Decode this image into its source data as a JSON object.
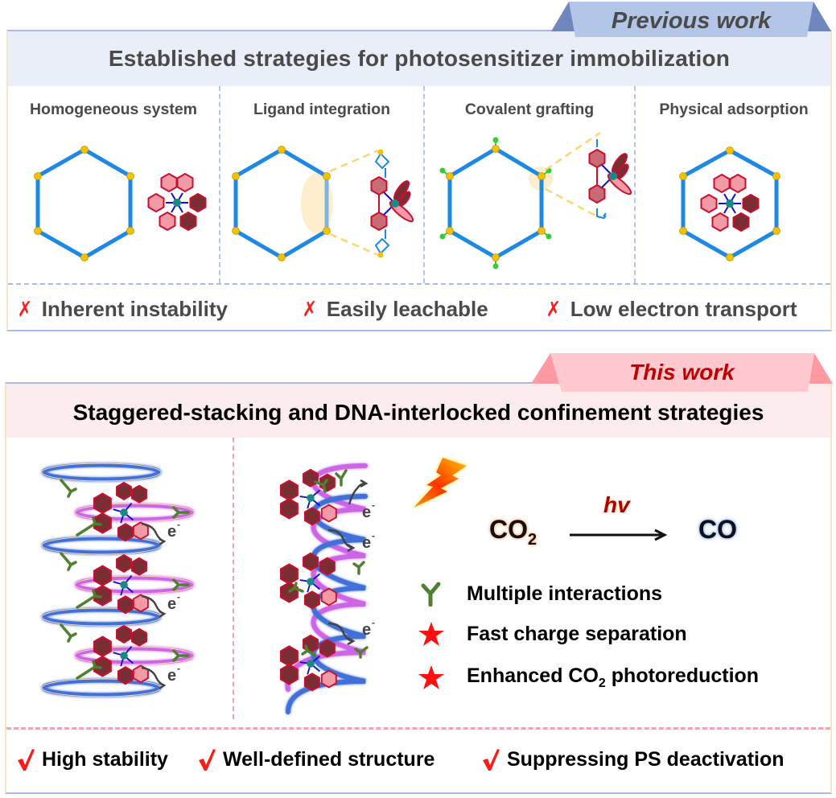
{
  "previous_work": {
    "tab_label": "Previous work",
    "title": "Established strategies for photosensitizer immobilization",
    "strategies": [
      {
        "label": "Homogeneous system"
      },
      {
        "label": "Ligand integration"
      },
      {
        "label": "Covalent grafting"
      },
      {
        "label": "Physical adsorption"
      }
    ],
    "drawbacks": [
      {
        "icon": "cross-icon",
        "label": "Inherent instability"
      },
      {
        "icon": "cross-icon",
        "label": "Easily leachable"
      },
      {
        "icon": "cross-icon",
        "label": "Low electron transport"
      }
    ]
  },
  "this_work": {
    "tab_label": "This work",
    "title": "Staggered-stacking and DNA-interlocked confinement strategies",
    "electron_label": "e",
    "electron_sup": "-",
    "reaction": {
      "reactant": "CO",
      "reactant_sub": "2",
      "condition": "hv",
      "product": "CO"
    },
    "features": [
      {
        "icon": "interaction-icon",
        "label": "Multiple  interactions"
      },
      {
        "icon": "star-icon",
        "label_pre": "Fast charge separation"
      },
      {
        "icon": "star-icon",
        "label_pre": "Enhanced CO",
        "label_sub": "2",
        "label_post": " photoreduction"
      }
    ],
    "advantages": [
      {
        "icon": "check-icon",
        "label": "High stability"
      },
      {
        "icon": "check-icon",
        "label": "Well-defined structure"
      },
      {
        "icon": "check-icon",
        "label": "Suppressing PS deactivation"
      }
    ]
  },
  "colors": {
    "prev_accent": "#b3c6e7",
    "prev_accent_dark": "#6f86bf",
    "this_accent": "#ffc9cf",
    "this_accent_dark": "#ff9aa3",
    "this_title_red": "#c00000",
    "framework_blue": "#1e88e5",
    "node_yellow": "#f2c200",
    "node_green": "#33cc33",
    "cross_red": "#ff1a1a",
    "ring_blue": "#3f6fd8",
    "ring_purple": "#cc66e6",
    "interaction_green": "#4f7f2f",
    "ps_red": "#c8102e"
  }
}
